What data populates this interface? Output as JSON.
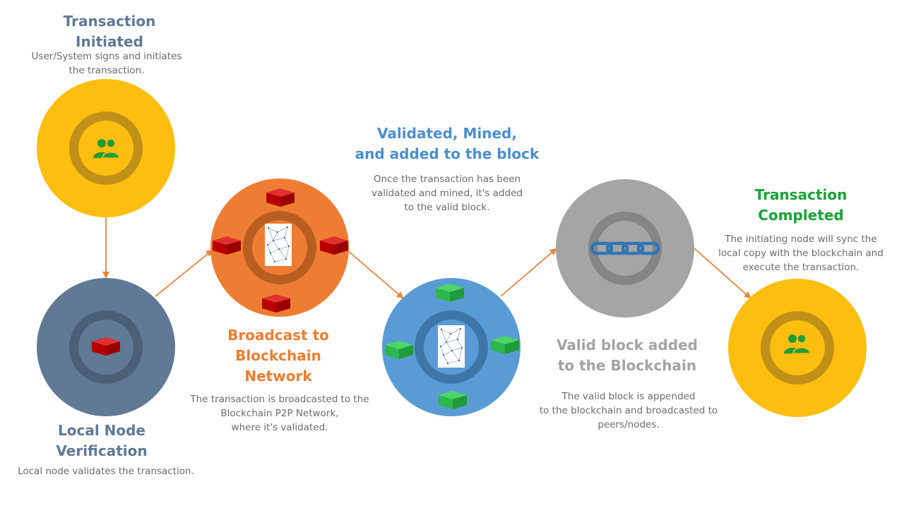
{
  "colors": {
    "yellow": "#FDBE10",
    "slate": "#607995",
    "orange": "#EE7D33",
    "blue": "#5A9BD5",
    "gray": "#A5A5A5",
    "arrow": "#E9843D",
    "title_slate": "#5E7996",
    "title_orange": "#ED7D31",
    "title_blue": "#4A8FD0",
    "title_gray": "#A3A3A3",
    "title_green": "#16A334",
    "user_green": "#1E9E35",
    "block_red": "#C00000",
    "block_green": "#2DB84C",
    "chain_blue": "#2E75B6"
  },
  "steps": {
    "initiated": {
      "title": "Transaction\nInitiated",
      "desc": "User/System signs and initiates\nthe transaction."
    },
    "verification": {
      "title": "Local Node\nVerification",
      "desc": "Local node validates the transaction."
    },
    "broadcast": {
      "title": "Broadcast to\nBlockchain\nNetwork",
      "desc": "The transaction is broadcasted to the\nBlockchain P2P Network,\nwhere it's validated."
    },
    "validated": {
      "title": "Validated, Mined,\nand added to the block",
      "desc": "Once the transaction has been\nvalidated and mined, it's added\nto the valid block."
    },
    "added": {
      "title": "Valid block added\nto the Blockchain",
      "desc": "The valid block is appended\nto the blockchain and broadcasted to\npeers/nodes."
    },
    "completed": {
      "title": "Transaction\nCompleted",
      "desc": "The initiating node will sync the\nlocal copy with the blockchain and\nexecute the transaction."
    }
  },
  "icons": {
    "users": "users-icon",
    "block": "block-icon",
    "network": "network-icon",
    "chain": "chain-link-icon"
  }
}
